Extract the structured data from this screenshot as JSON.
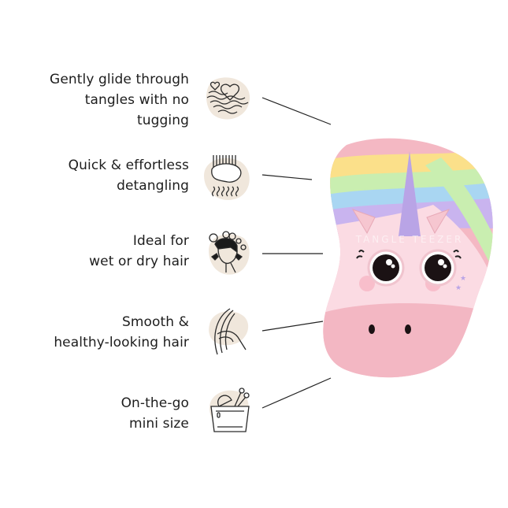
{
  "features": [
    {
      "lines": [
        "Gently glide through",
        "tangles with no",
        "tugging"
      ],
      "icon": "heart-waves-icon"
    },
    {
      "lines": [
        "Quick & effortless",
        "detangling"
      ],
      "icon": "brush-detangle-icon"
    },
    {
      "lines": [
        "Ideal for",
        "wet or dry hair"
      ],
      "icon": "girl-shampoo-icon"
    },
    {
      "lines": [
        "Smooth &",
        "healthy-looking hair"
      ],
      "icon": "hand-hair-icon"
    },
    {
      "lines": [
        "On-the-go",
        "mini size"
      ],
      "icon": "travel-bag-icon"
    }
  ],
  "product": {
    "logo": "TANGLE TEEZER",
    "colors": {
      "body": "#f7c9d3",
      "face": "#fbdbe3",
      "horn": "#b9a4e6",
      "blob": "#f0e7dc"
    }
  }
}
